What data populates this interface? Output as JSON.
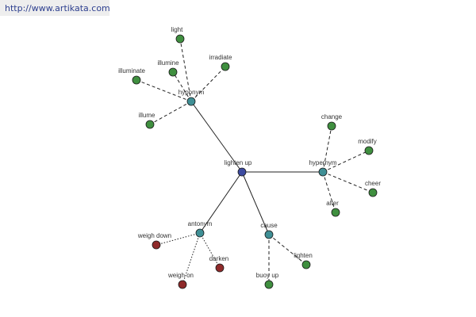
{
  "header": {
    "source_url": "http://www.artikata.com"
  },
  "graph": {
    "colors": {
      "center": "#3c4aa0",
      "relation": "#3f8f95",
      "synonym": "#3f8f3f",
      "antonym": "#8f2a2a",
      "edge": "#222222"
    },
    "nodes": [
      {
        "id": "lighten-up",
        "label": "lighten up",
        "kind": "center"
      },
      {
        "id": "hyponym",
        "label": "hyponym",
        "kind": "relation"
      },
      {
        "id": "hypernym",
        "label": "hypernym",
        "kind": "relation"
      },
      {
        "id": "antonym",
        "label": "antonym",
        "kind": "relation"
      },
      {
        "id": "cause",
        "label": "cause",
        "kind": "relation"
      },
      {
        "id": "light",
        "label": "light",
        "kind": "synonym"
      },
      {
        "id": "illumine",
        "label": "illumine",
        "kind": "synonym"
      },
      {
        "id": "irradiate",
        "label": "irradiate",
        "kind": "synonym"
      },
      {
        "id": "illuminate",
        "label": "illuminate",
        "kind": "synonym"
      },
      {
        "id": "illume",
        "label": "illume",
        "kind": "synonym"
      },
      {
        "id": "change",
        "label": "change",
        "kind": "synonym"
      },
      {
        "id": "modify",
        "label": "modify",
        "kind": "synonym"
      },
      {
        "id": "cheer",
        "label": "cheer",
        "kind": "synonym"
      },
      {
        "id": "alter",
        "label": "alter",
        "kind": "synonym"
      },
      {
        "id": "weigh-down",
        "label": "weigh down",
        "kind": "antonym"
      },
      {
        "id": "darken",
        "label": "darken",
        "kind": "antonym"
      },
      {
        "id": "weigh-on",
        "label": "weigh on",
        "kind": "antonym"
      },
      {
        "id": "lighten",
        "label": "lighten",
        "kind": "synonym"
      },
      {
        "id": "buoy-up",
        "label": "buoy up",
        "kind": "synonym"
      }
    ],
    "edges": [
      {
        "from": "lighten-up",
        "to": "hyponym",
        "style": "solid"
      },
      {
        "from": "lighten-up",
        "to": "hypernym",
        "style": "solid"
      },
      {
        "from": "lighten-up",
        "to": "antonym",
        "style": "solid"
      },
      {
        "from": "lighten-up",
        "to": "cause",
        "style": "solid"
      },
      {
        "from": "hyponym",
        "to": "light",
        "style": "dashed"
      },
      {
        "from": "hyponym",
        "to": "illumine",
        "style": "dashed"
      },
      {
        "from": "hyponym",
        "to": "irradiate",
        "style": "dashed"
      },
      {
        "from": "hyponym",
        "to": "illuminate",
        "style": "dashed"
      },
      {
        "from": "hyponym",
        "to": "illume",
        "style": "dashed"
      },
      {
        "from": "hypernym",
        "to": "change",
        "style": "dashed"
      },
      {
        "from": "hypernym",
        "to": "modify",
        "style": "dashed"
      },
      {
        "from": "hypernym",
        "to": "cheer",
        "style": "dashed"
      },
      {
        "from": "hypernym",
        "to": "alter",
        "style": "dashed"
      },
      {
        "from": "antonym",
        "to": "weigh-down",
        "style": "dotted"
      },
      {
        "from": "antonym",
        "to": "darken",
        "style": "dotted"
      },
      {
        "from": "antonym",
        "to": "weigh-on",
        "style": "dotted"
      },
      {
        "from": "cause",
        "to": "lighten",
        "style": "dashed"
      },
      {
        "from": "cause",
        "to": "buoy-up",
        "style": "dashed"
      }
    ]
  }
}
